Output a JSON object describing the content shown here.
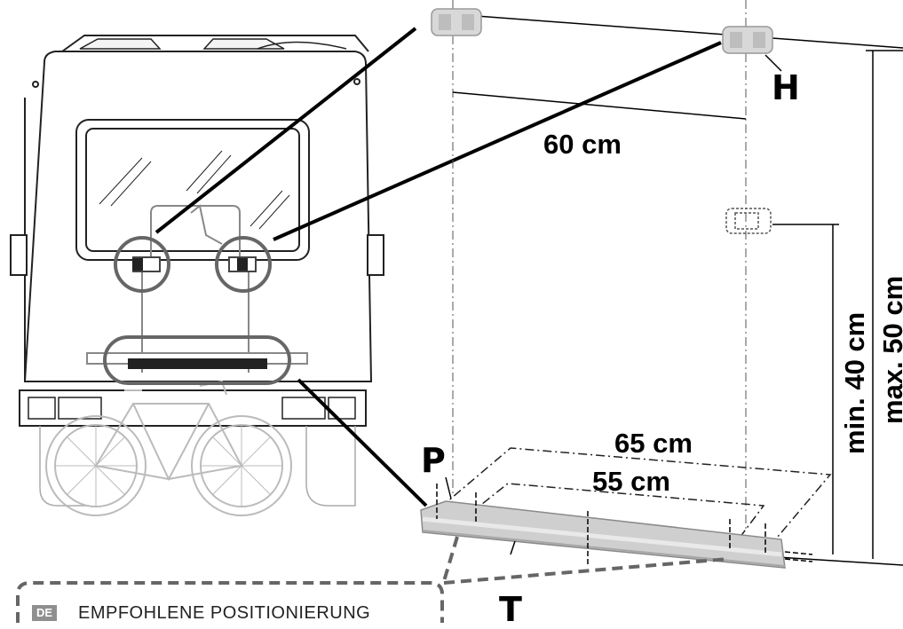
{
  "labels": {
    "height_marker": "H",
    "distance_top": "60 cm",
    "min_height": "min. 40 cm",
    "max_height": "max. 50 cm",
    "outer_width": "65 cm",
    "inner_width": "55 cm",
    "point_marker": "P",
    "rail_marker": "T"
  },
  "caption": {
    "language_badge": "DE",
    "text": "EMPFOHLENE POSITIONIERUNG"
  }
}
